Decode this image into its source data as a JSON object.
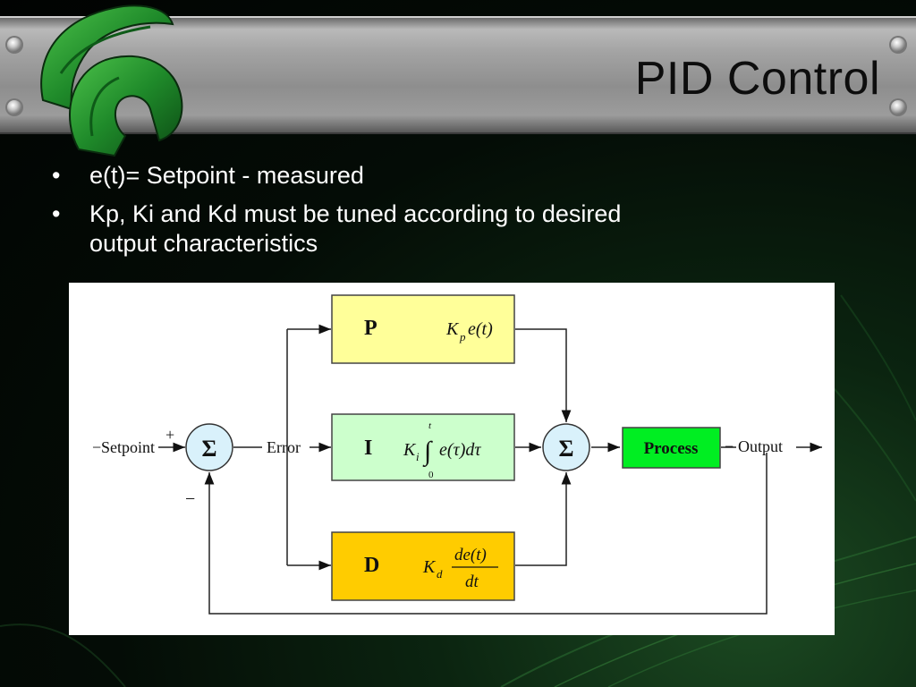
{
  "slide": {
    "title": "PID Control",
    "bullets": [
      {
        "text": "e(t)= Setpoint - measured"
      },
      {
        "text": "Kp, Ki and Kd must be tuned according to desired output characteristics"
      }
    ]
  },
  "diagram": {
    "setpoint_label": "Setpoint",
    "plus_sign": "+",
    "minus_sign": "−",
    "sum_symbol": "Σ",
    "error_label": "Error",
    "output_label": "Output",
    "blocks": {
      "p": {
        "letter": "P",
        "gain": "K",
        "sub": "p",
        "expr": "e(t)",
        "color": "#ffff99"
      },
      "i": {
        "letter": "I",
        "gain": "K",
        "sub": "i",
        "upper": "t",
        "lower": "0",
        "expr": "e(τ)dτ",
        "color": "#ccffcc"
      },
      "d": {
        "letter": "D",
        "gain": "K",
        "sub": "d",
        "num": "de(t)",
        "den": "dt",
        "color": "#ffcc00"
      },
      "process": {
        "label": "Process",
        "color": "#00ee22"
      }
    },
    "sum_fill": "#d9f1fb"
  }
}
